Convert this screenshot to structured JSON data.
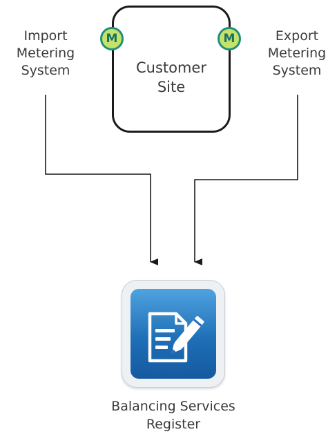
{
  "import_system": {
    "line1": "Import",
    "line2": "Metering",
    "line3": "System"
  },
  "export_system": {
    "line1": "Export",
    "line2": "Metering",
    "line3": "System"
  },
  "customer_site": {
    "line1": "Customer",
    "line2": "Site"
  },
  "meters": {
    "left_letter": "M",
    "right_letter": "M"
  },
  "register": {
    "line1": "Balancing Services",
    "line2": "Register"
  },
  "colors": {
    "meter_fill": "#c5e36b",
    "meter_ring": "#1f8f7a",
    "icon_blue": "#1f6fb7",
    "line": "#1a1a1a",
    "text": "#3a3a3a"
  },
  "icons": {
    "register_icon": "document-pen-icon",
    "arrow": "arrow-down-icon"
  }
}
